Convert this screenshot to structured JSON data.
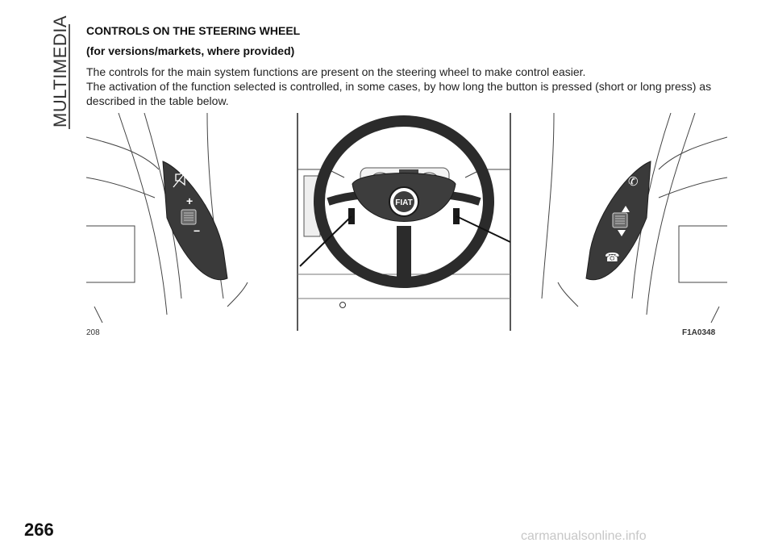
{
  "section_tab": "MULTIMEDIA",
  "heading": {
    "title": "CONTROLS ON THE STEERING WHEEL",
    "subtitle": "(for versions/markets, where provided)"
  },
  "body": {
    "paragraph_1": "The controls for the main system functions are present on the steering wheel to make control easier.",
    "paragraph_2": "The activation of the function selected is controlled, in some cases, by how long the button is pressed (short or long press) as described in the table below."
  },
  "figure": {
    "number": "208",
    "code": "F1A0348",
    "logo_text": "FIAT",
    "left_controls": {
      "mute_icon": "speaker-mute-icon",
      "plus_label": "+",
      "minus_label": "−"
    },
    "right_controls": {
      "answer_icon": "phone-answer-icon",
      "up_icon": "triangle-up-icon",
      "down_icon": "triangle-down-icon",
      "hangup_icon": "phone-hangup-icon"
    }
  },
  "page_number": "266",
  "watermark": "carmanualsonline.info"
}
